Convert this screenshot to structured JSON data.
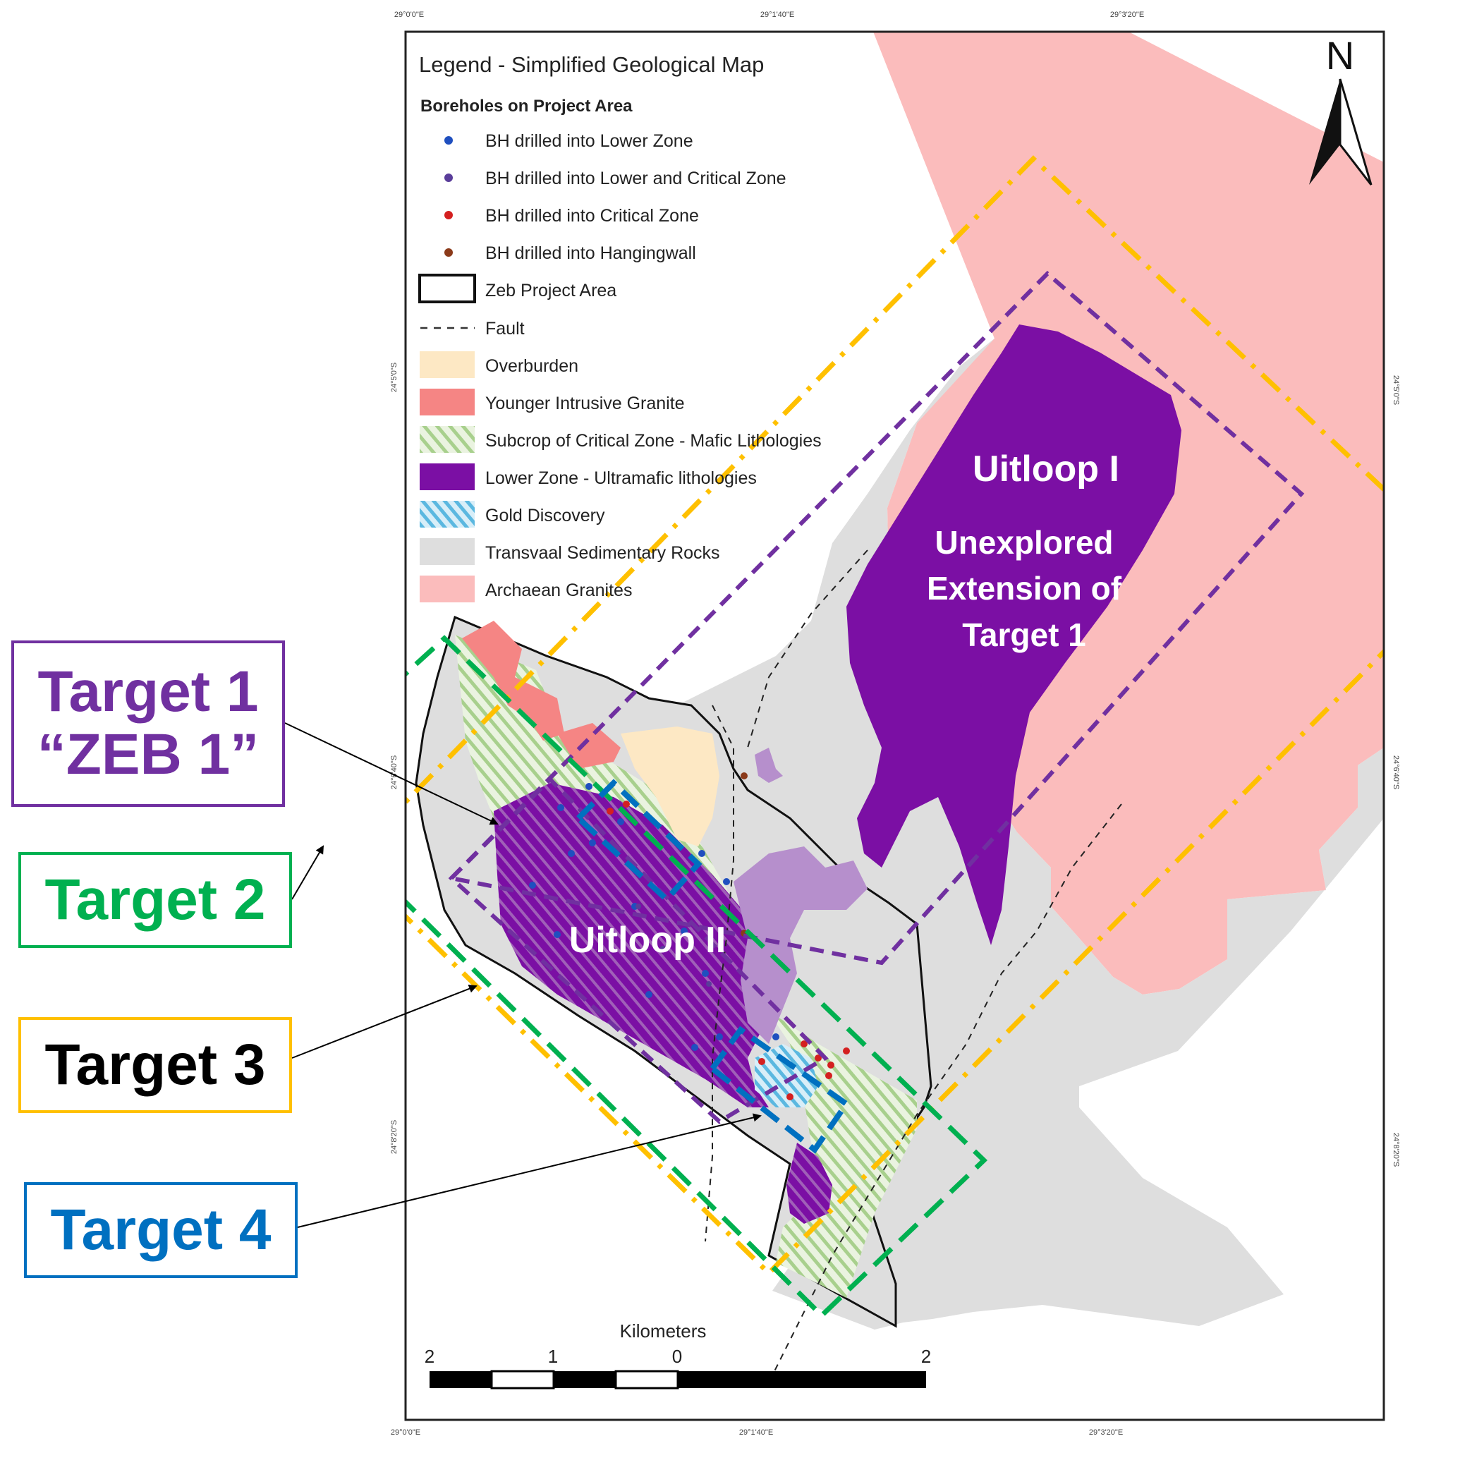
{
  "coords": {
    "top": [
      "29°0'0\"E",
      "29°1'40\"E",
      "29°3'20\"E"
    ],
    "bottom": [
      "29°0'0\"E",
      "29°1'40\"E",
      "29°3'20\"E"
    ],
    "left": [
      "24°5'0\"S",
      "24°6'40\"S",
      "24°8'20\"S"
    ],
    "right": [
      "24°5'0\"S",
      "24°6'40\"S",
      "24°8'20\"S"
    ]
  },
  "north_label": "N",
  "legend": {
    "title": "Legend - Simplified Geological Map",
    "boreholes_heading": "Boreholes on Project Area",
    "items": [
      {
        "label": "BH drilled into Lower Zone",
        "symbol": "dot",
        "color": "#1f4fbf"
      },
      {
        "label": "BH drilled into Lower and Critical Zone",
        "symbol": "dot",
        "color": "#5a3d9a"
      },
      {
        "label": "BH drilled into Critical Zone",
        "symbol": "dot",
        "color": "#d42020"
      },
      {
        "label": "BH drilled into Hangingwall",
        "symbol": "dot",
        "color": "#8b3a1a"
      },
      {
        "label": "Zeb Project Area",
        "symbol": "outline",
        "color": "#000000"
      },
      {
        "label": "Fault",
        "symbol": "dashed-line",
        "color": "#333333"
      },
      {
        "label": "Overburden",
        "symbol": "fill",
        "color": "#fde8c4"
      },
      {
        "label": "Younger Intrusive Granite",
        "symbol": "fill",
        "color": "#f58584"
      },
      {
        "label": "Subcrop of Critical Zone - Mafic Lithologies",
        "symbol": "green-hatch",
        "color": "#a8d08d"
      },
      {
        "label": "Lower Zone - Ultramafic lithologies",
        "symbol": "fill",
        "color": "#7b0fa4"
      },
      {
        "label": "Gold Discovery",
        "symbol": "blue-hatch",
        "color": "#5bb8e0"
      },
      {
        "label": "Transvaal Sedimentary Rocks",
        "symbol": "fill",
        "color": "#dedede"
      },
      {
        "label": "Archaean Granites",
        "symbol": "fill",
        "color": "#fbbcbc"
      }
    ]
  },
  "places": {
    "uitloop1": "Uitloop I",
    "unexplored_line1": "Unexplored",
    "unexplored_line2": "Extension of",
    "unexplored_line3": "Target 1",
    "uitloop2": "Uitloop II"
  },
  "scale": {
    "unit": "Kilometers",
    "ticks": [
      "2",
      "1",
      "0",
      "2"
    ]
  },
  "targets": [
    {
      "line1": "Target 1",
      "line2": "“ZEB 1”",
      "color": "#7030a0"
    },
    {
      "line1": "Target 2",
      "color": "#00b050"
    },
    {
      "line1": "Target 3",
      "color": "#ffc000"
    },
    {
      "line1": "Target 4",
      "color": "#0070c0"
    }
  ]
}
